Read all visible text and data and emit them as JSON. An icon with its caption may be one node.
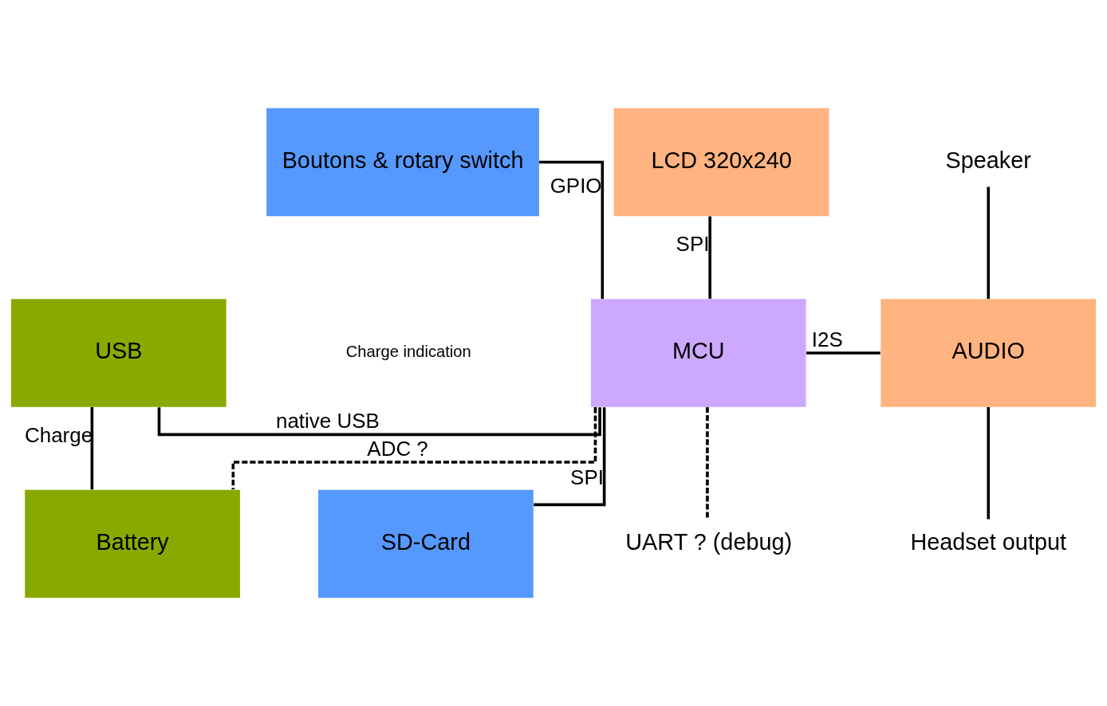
{
  "diagram": {
    "nodes": [
      {
        "text": [
          "Boutons & rotary switch"
        ]
      },
      {
        "text": [
          "LCD 320x240"
        ]
      },
      {
        "text": [
          "Speaker"
        ]
      },
      {
        "text": [
          "USB"
        ]
      },
      {
        "text": [
          "MCU"
        ]
      },
      {
        "text": [
          "AUDIO"
        ]
      },
      {
        "text": [
          "Headset output"
        ]
      },
      {
        "text": [
          "Battery"
        ]
      },
      {
        "text": [
          "SD-Card"
        ]
      },
      {
        "text": [
          "UART ? (debug)"
        ]
      }
    ],
    "edges": [
      {
        "from": 0,
        "to": 4,
        "arrow": "none",
        "label": "GPIO"
      },
      {
        "from": 1,
        "to": 4,
        "arrow": "none",
        "label": "SPI"
      },
      {
        "from": 3,
        "to": 4,
        "arrow": "none",
        "label": "native USB"
      },
      {
        "from": 4,
        "to": 5,
        "arrow": "none",
        "label": "I2S"
      },
      {
        "from": 5,
        "to": 2,
        "arrow": "none"
      },
      {
        "from": 5,
        "to": 6,
        "arrow": "none"
      },
      {
        "from": 3,
        "to": 7,
        "arrow": "none",
        "label": "Charge"
      },
      {
        "from": 4,
        "to": 7,
        "arrow": "none",
        "label": "ADC ?",
        "style": "dashed"
      },
      {
        "from": 4,
        "to": 8,
        "arrow": "none",
        "label": "SPI"
      },
      {
        "from": 4,
        "to": 9,
        "arrow": "none",
        "style": "dashed"
      }
    ],
    "labels": [
      "Charge indication"
    ]
  }
}
